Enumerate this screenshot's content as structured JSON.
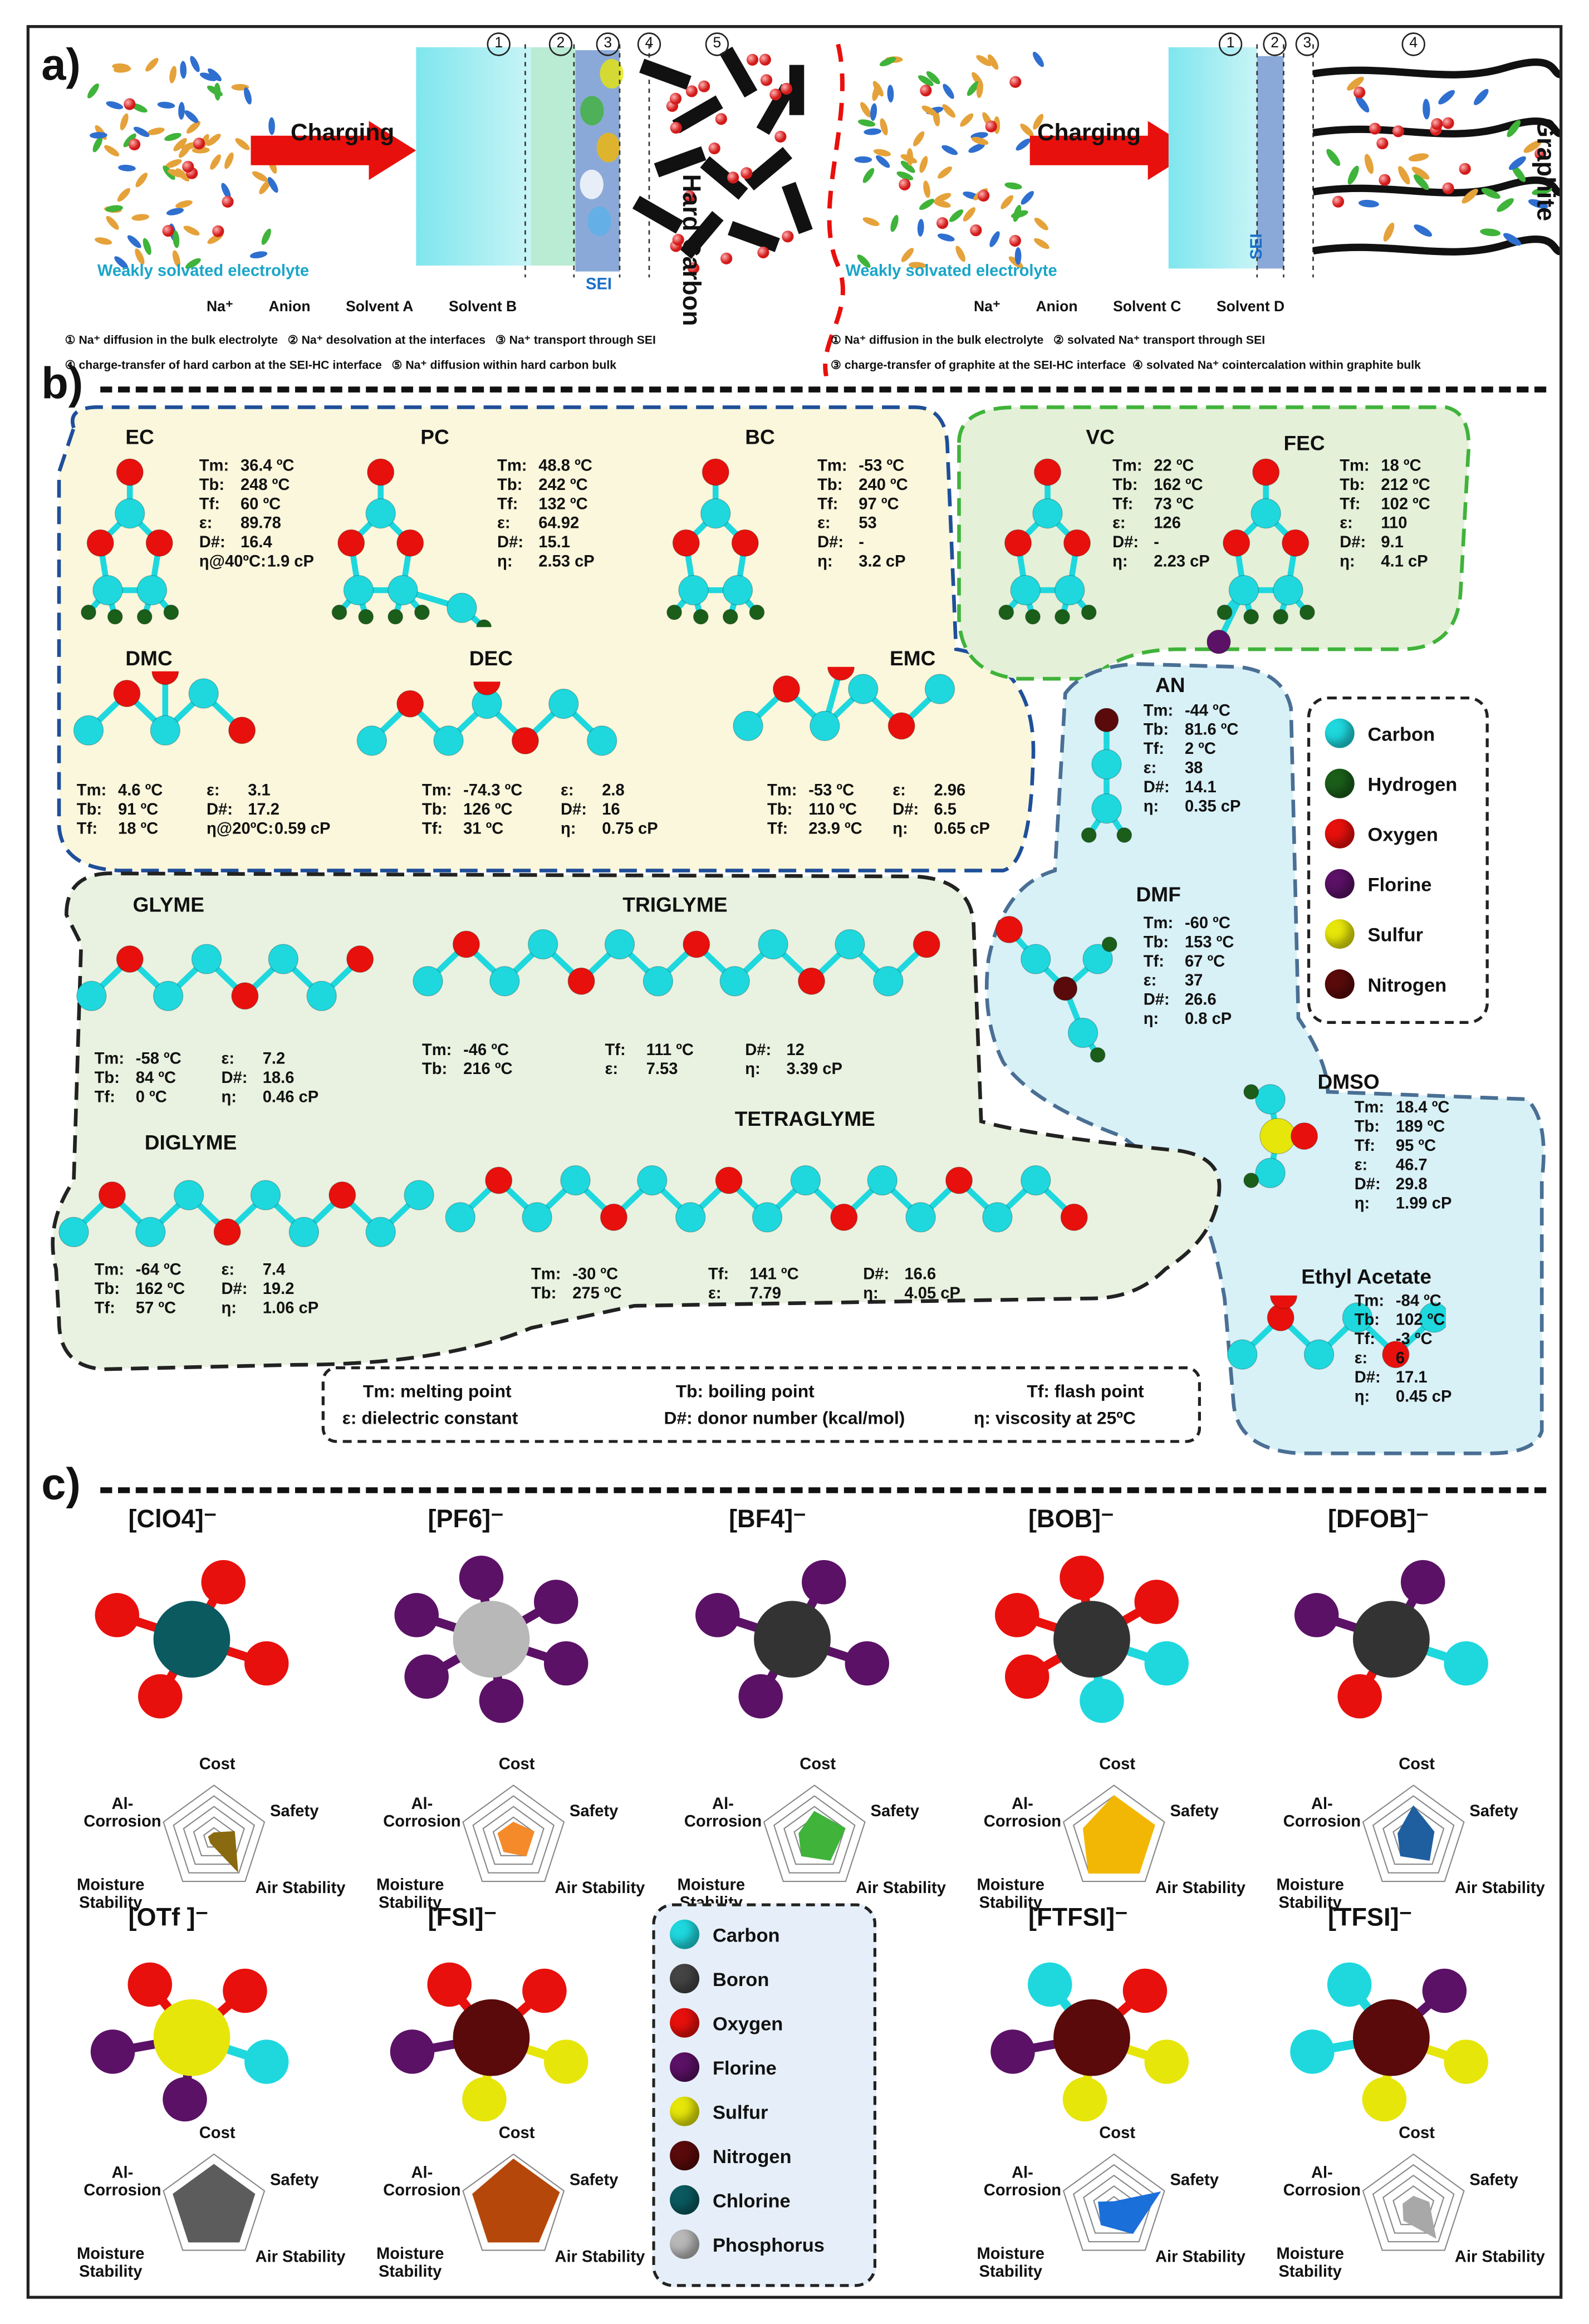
{
  "panel_labels": {
    "a": "a)",
    "b": "b)",
    "c": "c)"
  },
  "panel_a": {
    "charging": "Charging",
    "electrolyte_label": "Weakly solvated electrolyte",
    "hard_carbon": "Hard Carbon",
    "graphite": "Graphite",
    "sei": "SEI",
    "steps_left": [
      "1",
      "2",
      "3",
      "4",
      "5"
    ],
    "steps_right": [
      "1",
      "2",
      "3",
      "4"
    ],
    "legend_left": [
      "Na⁺",
      "Anion",
      "Solvent A",
      "Solvent B"
    ],
    "legend_right": [
      "Na⁺",
      "Anion",
      "Solvent C",
      "Solvent D"
    ],
    "notes_left": [
      "① Na⁺ diffusion in the bulk electrolyte",
      "② Na⁺ desolvation at the interfaces",
      "③ Na⁺ transport through SEI",
      "④ charge-transfer of hard carbon at the SEI-HC interface",
      "⑤ Na⁺ diffusion within hard carbon bulk"
    ],
    "notes_right": [
      "① Na⁺ diffusion in the bulk electrolyte",
      "② solvated Na⁺ transport through SEI",
      "③ charge-transfer of graphite at the SEI-HC interface",
      "④ solvated Na⁺ cointercalation within graphite bulk"
    ]
  },
  "solvents": {
    "EC": {
      "name": "EC",
      "tm": "36.4 ºC",
      "tb": "248 ºC",
      "tf": "60 ºC",
      "eps": "89.78",
      "dn": "16.4",
      "eta_label": "η@40ºC:",
      "eta": "1.9 cP"
    },
    "PC": {
      "name": "PC",
      "tm": "48.8 ºC",
      "tb": "242 ºC",
      "tf": "132 ºC",
      "eps": "64.92",
      "dn": "15.1",
      "eta": "2.53 cP"
    },
    "BC": {
      "name": "BC",
      "tm": "-53 ºC",
      "tb": "240 ºC",
      "tf": "97 ºC",
      "eps": "53",
      "dn": "-",
      "eta": "3.2 cP"
    },
    "VC": {
      "name": "VC",
      "tm": "22 ºC",
      "tb": "162 ºC",
      "tf": "73 ºC",
      "eps": "126",
      "dn": "-",
      "eta": "2.23 cP"
    },
    "FEC": {
      "name": "FEC",
      "tm": "18 ºC",
      "tb": "212 ºC",
      "tf": "102 ºC",
      "eps": "110",
      "dn": "9.1",
      "eta": "4.1 cP"
    },
    "DMC": {
      "name": "DMC",
      "tm": "4.6 ºC",
      "tb": "91 ºC",
      "tf": "18 ºC",
      "eps": "3.1",
      "dn": "17.2",
      "eta_label": "η@20ºC:",
      "eta": "0.59 cP"
    },
    "DEC": {
      "name": "DEC",
      "tm": "-74.3 ºC",
      "tb": "126 ºC",
      "tf": "31 ºC",
      "eps": "2.8",
      "dn": "16",
      "eta": "0.75 cP"
    },
    "EMC": {
      "name": "EMC",
      "tm": "-53 ºC",
      "tb": "110 ºC",
      "tf": "23.9 ºC",
      "eps": "2.96",
      "dn": "6.5",
      "eta": "0.65 cP"
    },
    "AN": {
      "name": "AN",
      "tm": "-44 ºC",
      "tb": "81.6 ºC",
      "tf": "2 ºC",
      "eps": "38",
      "dn": "14.1",
      "eta": "0.35 cP"
    },
    "DMF": {
      "name": "DMF",
      "tm": "-60 ºC",
      "tb": "153 ºC",
      "tf": "67 ºC",
      "eps": "37",
      "dn": "26.6",
      "eta": "0.8 cP"
    },
    "DMSO": {
      "name": "DMSO",
      "tm": "18.4 ºC",
      "tb": "189 ºC",
      "tf": "95 ºC",
      "eps": "46.7",
      "dn": "29.8",
      "eta": "1.99 cP"
    },
    "EA": {
      "name": "Ethyl Acetate",
      "tm": "-84 ºC",
      "tb": "102 ºC",
      "tf": "-3 ºC",
      "eps": "6",
      "dn": "17.1",
      "eta": "0.45 cP"
    },
    "GLYME": {
      "name": "GLYME",
      "tm": "-58 ºC",
      "tb": "84 ºC",
      "tf": "0 ºC",
      "eps": "7.2",
      "dn": "18.6",
      "eta": "0.46 cP"
    },
    "TRIGLYME": {
      "name": "TRIGLYME",
      "tm": "-46 ºC",
      "tb": "216 ºC",
      "tf": "111 ºC",
      "eps": "7.53",
      "dn": "12",
      "eta": "3.39 cP"
    },
    "DIGLYME": {
      "name": "DIGLYME",
      "tm": "-64 ºC",
      "tb": "162 ºC",
      "tf": "57 ºC",
      "eps": "7.4",
      "dn": "19.2",
      "eta": "1.06 cP"
    },
    "TETRAGLYME": {
      "name": "TETRAGLYME",
      "tm": "-30 ºC",
      "tb": "275 ºC",
      "tf": "141 ºC",
      "eps": "7.79",
      "dn": "16.6",
      "eta": "4.05 cP"
    }
  },
  "symbols": {
    "tm": "Tm:",
    "tb": "Tb:",
    "tf": "Tf:",
    "eps": "ε:",
    "dn": "D#:",
    "eta": "η:"
  },
  "definitions": [
    "Tm:  melting point",
    "Tb:  boiling point",
    "Tf:  flash point",
    "ε:  dielectric constant",
    "D#:  donor number (kcal/mol)",
    "η:  viscosity at 25ºC"
  ],
  "legend_b": [
    {
      "label": "Carbon",
      "color": "#1ed8de"
    },
    {
      "label": "Hydrogen",
      "color": "#1a5e1a"
    },
    {
      "label": "Oxygen",
      "color": "#e8100c"
    },
    {
      "label": "Florine",
      "color": "#5b1166"
    },
    {
      "label": "Sulfur",
      "color": "#e6e60a"
    },
    {
      "label": "Nitrogen",
      "color": "#5a0a0a"
    }
  ],
  "legend_c": [
    {
      "label": "Carbon",
      "color": "#1ed8de"
    },
    {
      "label": "Boron",
      "color": "#444444"
    },
    {
      "label": "Oxygen",
      "color": "#e8100c"
    },
    {
      "label": "Florine",
      "color": "#5b1166"
    },
    {
      "label": "Sulfur",
      "color": "#e6e60a"
    },
    {
      "label": "Nitrogen",
      "color": "#5a0a0a"
    },
    {
      "label": "Chlorine",
      "color": "#0a5a60"
    },
    {
      "label": "Phosphorus",
      "color": "#b8b8b8"
    }
  ],
  "radar_axes": {
    "cost": "Cost",
    "safety": "Safety",
    "air": "Air Stability",
    "moisture": "Moisture Stability",
    "al": "Al-Corrosion"
  },
  "anions": [
    {
      "name": "[ClO4]⁻",
      "color": "#8a6a10",
      "values": [
        0.1,
        0.4,
        0.75,
        0.1,
        0.1
      ]
    },
    {
      "name": "[PF6]⁻",
      "color": "#f58a2a",
      "values": [
        0.3,
        0.4,
        0.4,
        0.3,
        0.3
      ]
    },
    {
      "name": "[BF4]⁻",
      "color": "#3fb33a",
      "values": [
        0.5,
        0.6,
        0.5,
        0.4,
        0.3
      ]
    },
    {
      "name": "[BOB]⁻",
      "color": "#f2b705",
      "values": [
        0.8,
        0.8,
        0.8,
        0.8,
        0.6
      ]
    },
    {
      "name": "[DFOB]⁻",
      "color": "#1f5fa0",
      "values": [
        0.6,
        0.4,
        0.5,
        0.4,
        0.3
      ]
    },
    {
      "name": "[OTf ]⁻",
      "color": "#5c5c5c",
      "values": [
        0.8,
        0.8,
        0.8,
        0.8,
        0.8
      ]
    },
    {
      "name": "[FSI]⁻",
      "color": "#b5470a",
      "values": [
        0.9,
        0.9,
        0.8,
        0.8,
        0.8
      ]
    },
    {
      "name": "[FTFSI]⁻",
      "color": "#1b6fd9",
      "values": [
        0.1,
        0.9,
        0.6,
        0.4,
        0.3
      ]
    },
    {
      "name": "[TFSI]⁻",
      "color": "#a8a8a8",
      "values": [
        0.2,
        0.3,
        0.7,
        0.3,
        0.2
      ]
    }
  ]
}
